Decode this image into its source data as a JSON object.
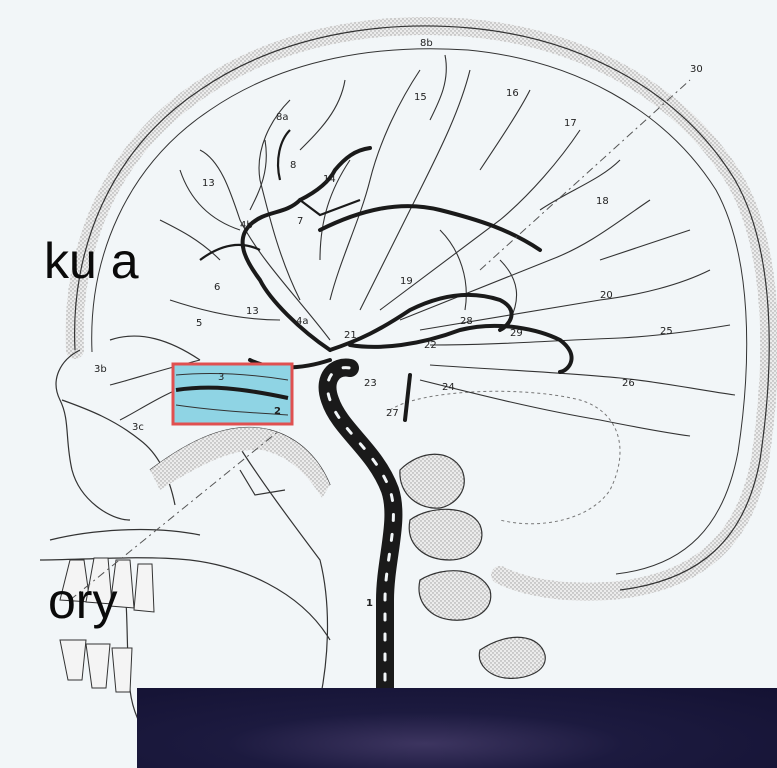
{
  "slide_text": {
    "fragment_1": "ku a",
    "fragment_2": "ory"
  },
  "diagram": {
    "highlight_color": "#8fd4e4",
    "highlight_border": "#e05050",
    "artery_color": "#1a1a1a",
    "bone_fill": "#e0e0e0",
    "labels": [
      "1",
      "2",
      "3",
      "3b",
      "3c",
      "4a",
      "4b",
      "5",
      "6",
      "7",
      "8",
      "8a",
      "8b",
      "13",
      "13",
      "14",
      "15",
      "16",
      "17",
      "18",
      "19",
      "20",
      "21",
      "22",
      "23",
      "24",
      "25",
      "26",
      "27",
      "28",
      "29",
      "30"
    ]
  }
}
